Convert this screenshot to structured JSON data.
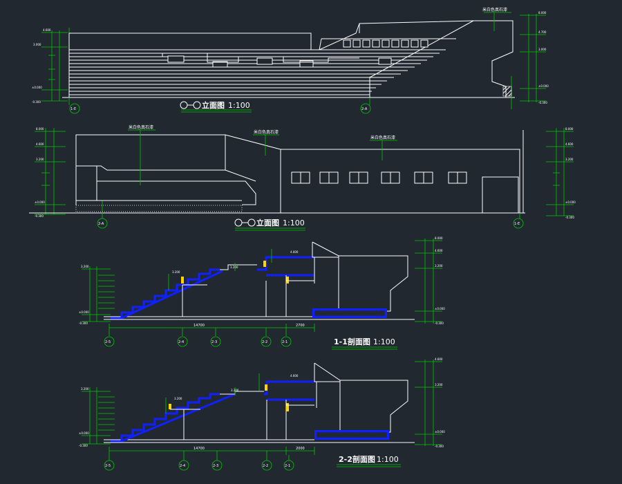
{
  "colors": {
    "background": "#212830",
    "lines": "#ffffff",
    "dimensions": "#00c800",
    "section_cut": "#1020ff",
    "highlight": "#ffd400"
  },
  "views": [
    {
      "id": "elev1",
      "title": "立面图",
      "scale": "1:100",
      "grid_left": "1-E",
      "grid_right": "2-A",
      "notes": [
        "米白色真石漆"
      ]
    },
    {
      "id": "elev2",
      "title": "立面图",
      "scale": "1:100",
      "grid_left": "2-A",
      "grid_right": "1-E",
      "notes": [
        "米白色真石漆",
        "米白色真石漆",
        "米白色真石漆"
      ]
    },
    {
      "id": "sec1",
      "title": "1-1剖面图",
      "scale": "1:100",
      "grids": [
        "2-5",
        "2-4",
        "2-3",
        "2-2",
        "2-1"
      ],
      "dims": [
        "14700",
        "2700"
      ]
    },
    {
      "id": "sec2",
      "title": "2-2剖面图",
      "scale": "1:100",
      "grids": [
        "2-5",
        "2-4",
        "2-3",
        "2-2",
        "2-1"
      ],
      "dims": [
        "14700",
        "2000"
      ]
    }
  ],
  "elevations": {
    "e1_left": [
      "4.600",
      "3.000",
      "±0.000",
      "-0.300"
    ],
    "e1_right": [
      "8.000",
      "4.700",
      "3.000",
      "±0.000",
      "-0.300"
    ],
    "e2_left": [
      "8.000",
      "4.600",
      "3.200",
      "±0.000",
      "-0.300"
    ],
    "e2_right": [
      "8.000",
      "4.600",
      "3.200",
      "±0.000",
      "-0.300"
    ],
    "s1_left": [
      "3.200",
      "±0.000",
      "-0.300"
    ],
    "s1_right": [
      "8.000",
      "4.600",
      "3.200",
      "±0.000",
      "-0.300"
    ],
    "s1_inner": [
      "3.200",
      "3.200",
      "4.600"
    ],
    "s2_left": [
      "3.200",
      "±0.000",
      "-0.300"
    ],
    "s2_right": [
      "4.600",
      "3.200",
      "±0.000",
      "-0.300"
    ],
    "s2_inner": [
      "3.200",
      "3.200",
      "4.600"
    ]
  }
}
